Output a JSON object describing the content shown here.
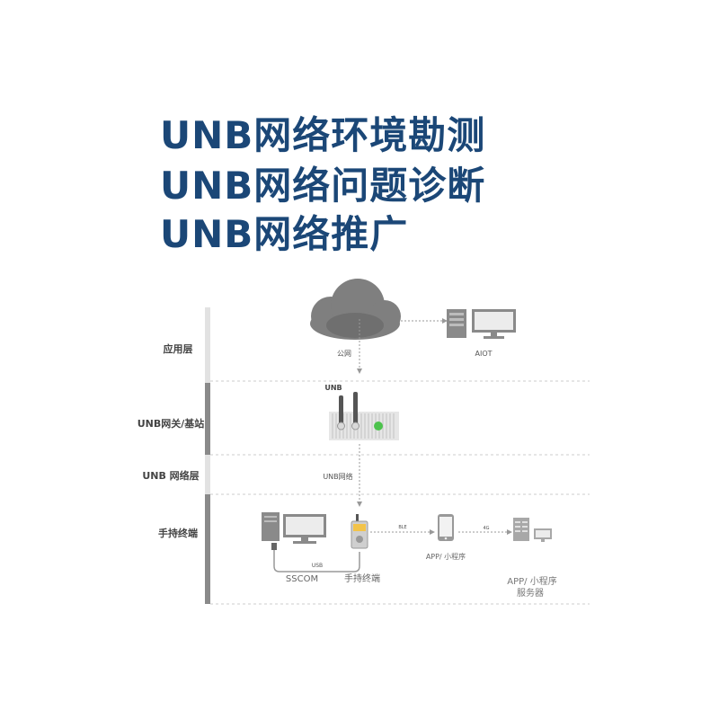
{
  "headlines": [
    "UNB网络环境勘测",
    "UNB网络问题诊断",
    "UNB网络推广"
  ],
  "layers": {
    "app": "应用层",
    "gateway": "UNB网关/基站",
    "network": "UNB 网络层",
    "handheld": "手持终端"
  },
  "labels": {
    "public_net": "公网",
    "aiot": "AIOT",
    "unb_device": "UNB",
    "unb_network": "UNB网络",
    "ble": "BLE",
    "fourg": "4G",
    "usb": "USB",
    "sscom": "SSCOM",
    "handheld_device": "手持终端",
    "app_mini": "APP/ 小程序",
    "app_server_line1": "APP/ 小程序",
    "app_server_line2": "服务器"
  },
  "colors": {
    "headline": "#1b4777",
    "accent_green": "#4cc24c",
    "device_yellow": "#f2c34a"
  }
}
